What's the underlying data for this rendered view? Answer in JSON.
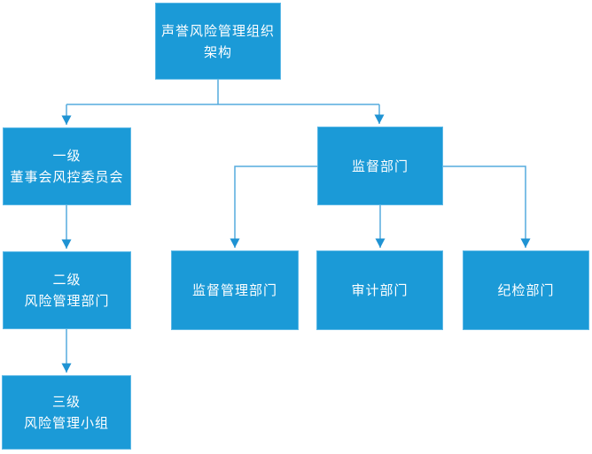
{
  "diagram": {
    "title": "声誉风险管理组织架构",
    "type": "org-chart",
    "colors": {
      "node_fill": "#1b9ad7",
      "node_border": "#5cb8e6",
      "node_text": "#ffffff",
      "connector_line": "#55abdd",
      "arrowhead": "#1f93d3",
      "background": "#ffffff"
    },
    "nodes": {
      "root": {
        "label": "声誉风险管理组织\n架构"
      },
      "level1": {
        "label": "一级\n董事会风控委员会"
      },
      "level2": {
        "label": "二级\n风险管理部门"
      },
      "level3": {
        "label": "三级\n风险管理小组"
      },
      "supervision": {
        "label": "监督部门"
      },
      "sup_mgmt": {
        "label": "监督管理部门"
      },
      "audit": {
        "label": "审计部门"
      },
      "discipline": {
        "label": "纪检部门"
      }
    },
    "edges": [
      {
        "from": "root",
        "to": "level1"
      },
      {
        "from": "root",
        "to": "supervision"
      },
      {
        "from": "level1",
        "to": "level2"
      },
      {
        "from": "level2",
        "to": "level3"
      },
      {
        "from": "supervision",
        "to": "sup_mgmt"
      },
      {
        "from": "supervision",
        "to": "audit"
      },
      {
        "from": "supervision",
        "to": "discipline"
      }
    ]
  }
}
